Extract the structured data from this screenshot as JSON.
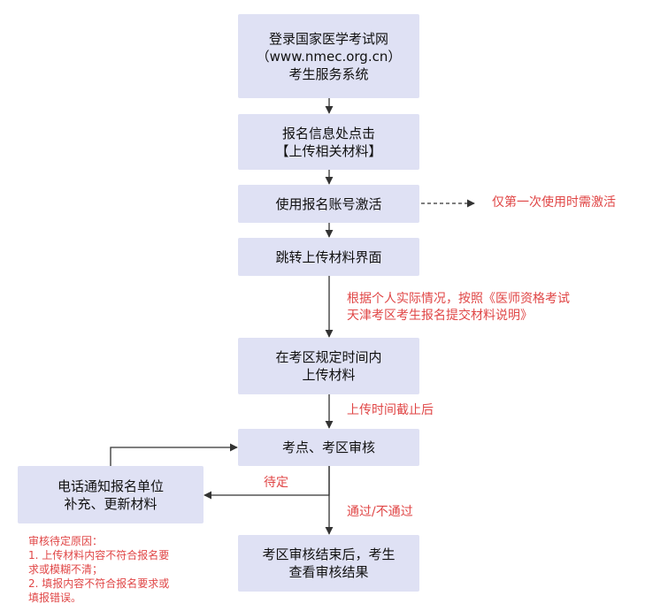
{
  "nodes": {
    "login": {
      "text": "登录国家医学考试网\n（www.nmec.org.cn）\n考生服务系统"
    },
    "click_upload": {
      "text": "报名信息处点击\n【上传相关材料】"
    },
    "activate": {
      "text": "使用报名账号激活"
    },
    "upload_page": {
      "text": "跳转上传材料界面"
    },
    "upload_in_time": {
      "text": "在考区规定时间内\n上传材料"
    },
    "review": {
      "text": "考点、考区审核"
    },
    "notify": {
      "text": "电话通知报名单位\n补充、更新材料"
    },
    "result": {
      "text": "考区审核结束后，考生\n查看审核结果"
    }
  },
  "annotations": {
    "first_use": "仅第一次使用时需激活",
    "instructions": "根据个人实际情况，按照《医师资格考试\n天津考区考生报名提交材料说明》",
    "deadline": "上传时间截止后",
    "pending": "待定",
    "pass_fail": "通过/不通过",
    "pending_reasons": "审核待定原因：\n1. 上传材料内容不符合报名要\n求或模糊不清；\n2. 填报内容不符合报名要求或\n填报错误。"
  },
  "colors": {
    "box": "#dfe1f4",
    "line": "#333333",
    "annotation": "#e04646"
  }
}
